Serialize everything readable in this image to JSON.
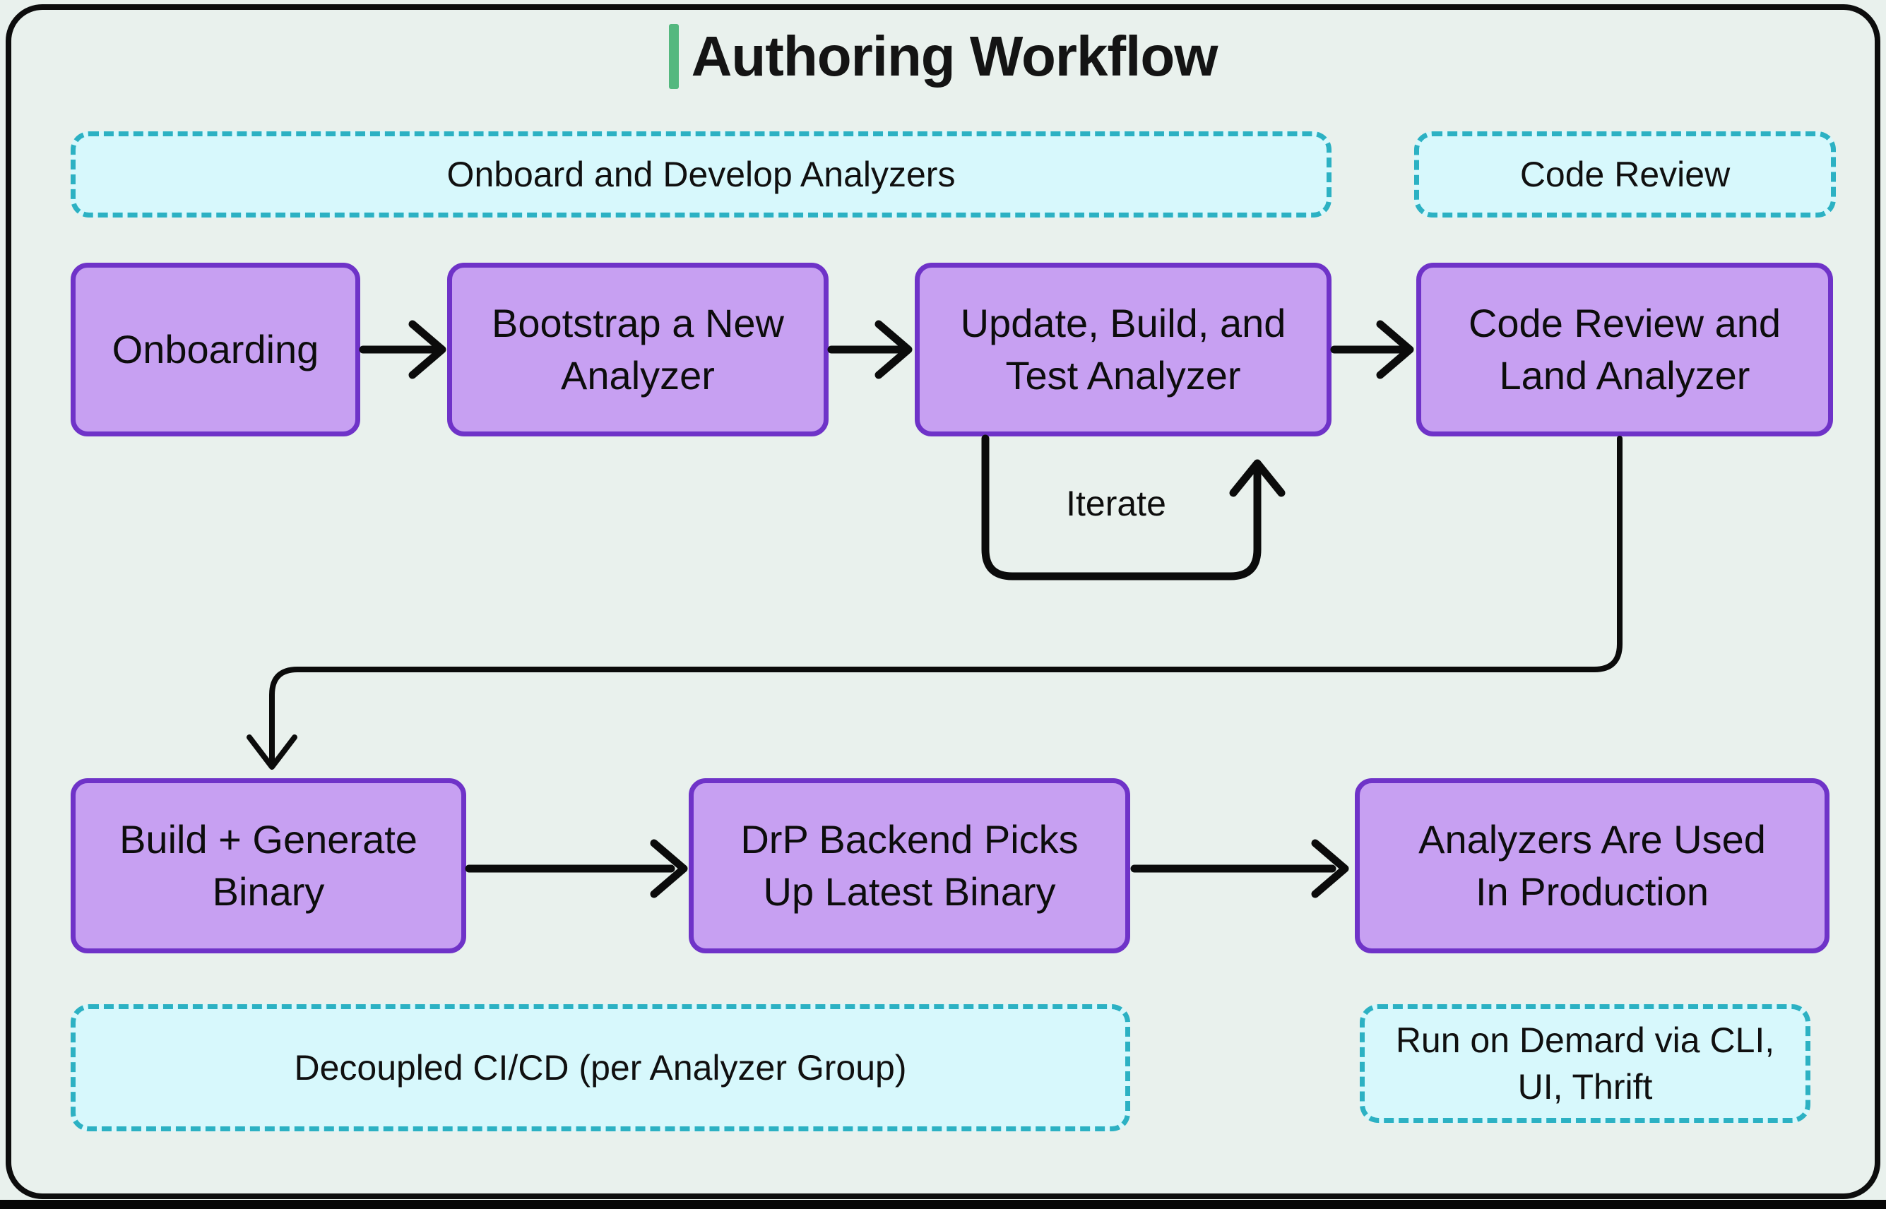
{
  "title": "Authoring Workflow",
  "groups": {
    "onboard_develop": {
      "label": "Onboard and Develop Analyzers"
    },
    "code_review": {
      "label": "Code Review"
    },
    "decoupled_cicd": {
      "label": "Decoupled CI/CD (per Analyzer Group)"
    },
    "run_on_demand": {
      "label": "Run on Demard via CLI,\nUI, Thrift"
    }
  },
  "nodes": {
    "onboarding": {
      "label": "Onboarding"
    },
    "bootstrap": {
      "label": "Bootstrap a New\nAnalyzer"
    },
    "update_build_test": {
      "label": "Update, Build, and\nTest Analyzer"
    },
    "code_review_land": {
      "label": "Code Review and\nLand Analyzer"
    },
    "build_generate": {
      "label": "Build + Generate\nBinary"
    },
    "drp_backend": {
      "label": "DrP Backend Picks\nUp Latest Binary"
    },
    "analyzers_prod": {
      "label": "Analyzers Are Used\nIn Production"
    }
  },
  "annotations": {
    "iterate": "Iterate"
  },
  "colors": {
    "panel_background": "#e9f1ed",
    "panel_border": "#0d0d0d",
    "node_fill": "#c7a0f2",
    "node_border": "#6f33c8",
    "group_fill": "#d7f8fc",
    "group_border": "#2cb1c3",
    "title_accent": "#54b87f",
    "connector": "#0b0b0b",
    "bottom_bar": "#070707"
  }
}
